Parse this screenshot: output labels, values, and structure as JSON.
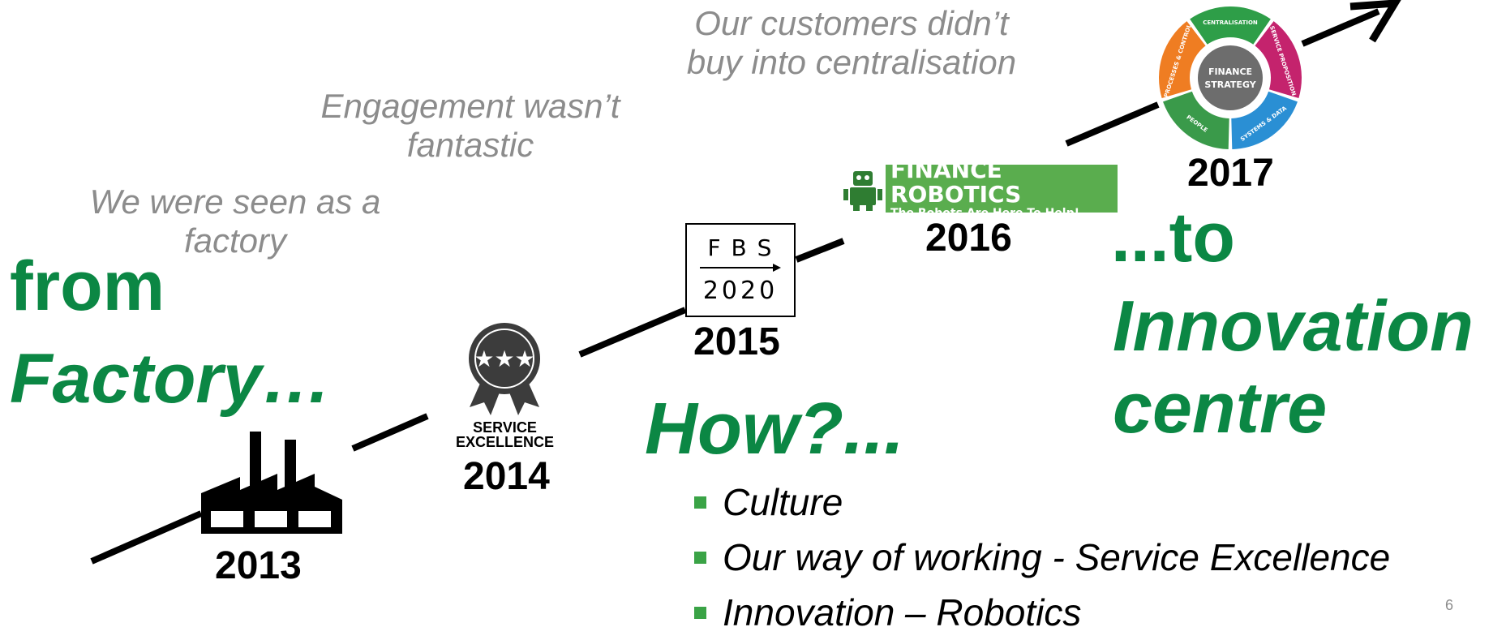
{
  "quotes": {
    "factory": "We were seen as a factory",
    "engagement": "Engagement wasn’t fantastic",
    "customers": "Our customers didn’t buy into centralisation"
  },
  "headline": {
    "from_line1": "from",
    "from_line2": "Factory…",
    "to_line1": "...to",
    "to_line2": "Innovation",
    "to_line3": "centre",
    "how": "How?..."
  },
  "years": [
    "2013",
    "2014",
    "2015",
    "2016",
    "2017"
  ],
  "badges": {
    "service_line1": "SERVICE",
    "service_line2": "EXCELLENCE",
    "fbs_top": "F B S",
    "fbs_bottom": "2020",
    "robotics_title": "FINANCE ROBOTICS",
    "robotics_subtitle": "The Robots Are Here To Help!",
    "strategy_center_line1": "FINANCE",
    "strategy_center_line2": "STRATEGY",
    "strategy_segments": [
      "CENTRALISATION",
      "SERVICE PROPOSITION",
      "SYSTEMS & DATA",
      "PEOPLE",
      "PROCESSES & CONTROL"
    ]
  },
  "bullets": [
    "Culture",
    "Our way of working - Service Excellence",
    "Innovation – Robotics"
  ],
  "slide_number": "6",
  "colors": {
    "green": "#0b8744",
    "bullet_green": "#3aa346",
    "grey_text": "#8c8c8c",
    "segment_colors": [
      "#2e9e48",
      "#c4236d",
      "#2a8fd4",
      "#3a9a4a",
      "#ef7d22"
    ]
  }
}
